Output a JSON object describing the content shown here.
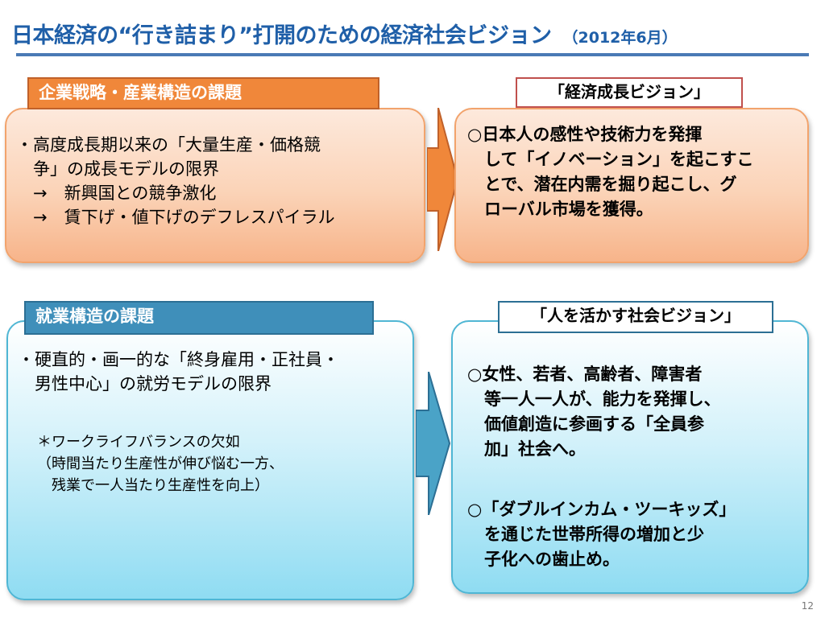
{
  "title": {
    "main": "日本経済の“行き詰まり”打開のための経済社会ビジョン",
    "date": "（2012年6月）"
  },
  "top_left": {
    "label": "企業戦略・産業構造の課題",
    "lines": [
      "・高度成長期以来の「大量生産・価格競",
      "　争」の成長モデルの限界",
      "　→　新興国との競争激化",
      "　→　賃下げ・値下げのデフレスパイラル"
    ]
  },
  "top_right": {
    "label": "「経済成長ビジョン」",
    "lines": [
      "○日本人の感性や技術力を発揮",
      "　して「イノベーション」を起こすこ",
      "　とで、潜在内需を掘り起こし、グ",
      "　ローバル市場を獲得。"
    ]
  },
  "bottom_left": {
    "label": "就業構造の課題",
    "lines": [
      "・硬直的・画一的な「終身雇用・正社員・",
      "　男性中心」の就労モデルの限界"
    ],
    "note_lines": [
      "＊ワークライフバランスの欠如",
      "（時間当たり生産性が伸び悩む一方、",
      "　残業で一人当たり生産性を向上）"
    ]
  },
  "bottom_right": {
    "label": "「人を活かす社会ビジョン」",
    "para1": [
      "○女性、若者、高齢者、障害者",
      "　等一人一人が、能力を発揮し、",
      "　価値創造に参画する「全員参",
      "　加」社会へ。"
    ],
    "para2": [
      "○「ダブルインカム・ツーキッズ」",
      "　を通じた世帯所得の増加と少",
      "　子化への歯止め。"
    ]
  },
  "colors": {
    "title": "#1f5fa8",
    "orange_arrow": "#f0873a",
    "blue_arrow": "#4aa3c7"
  },
  "page_number": "12"
}
